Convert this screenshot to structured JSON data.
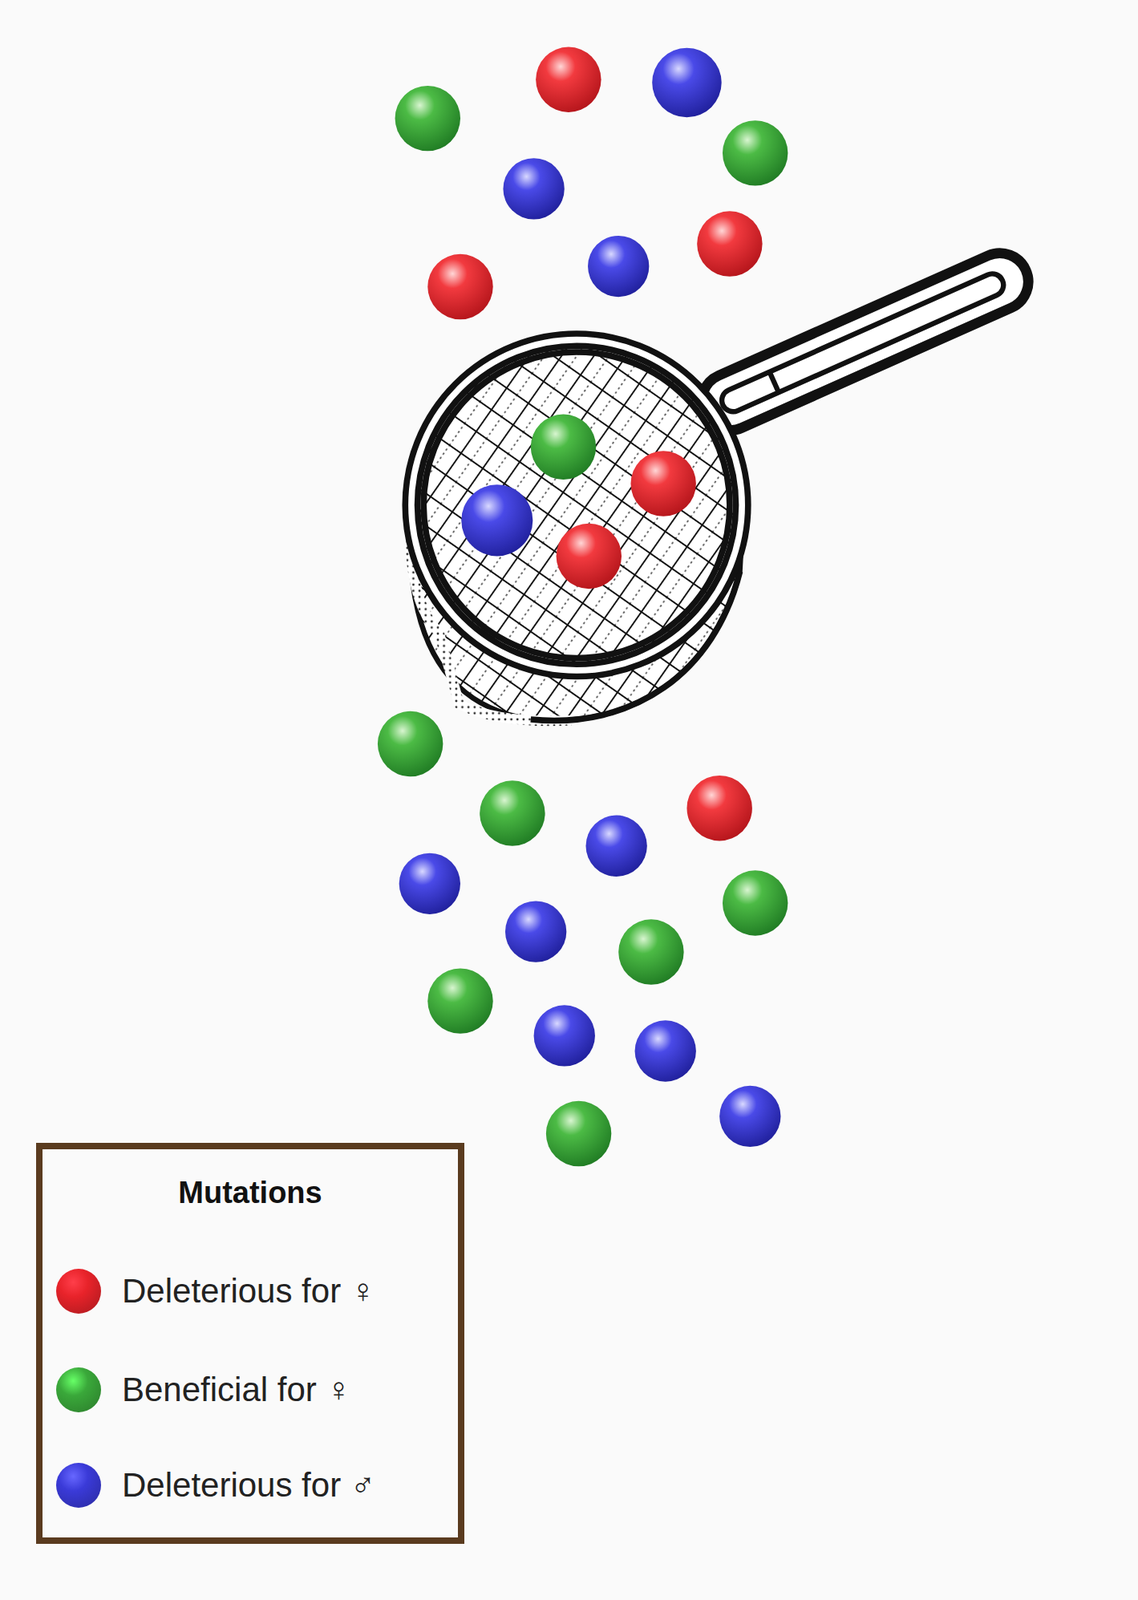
{
  "diagram": {
    "labels": [
      "Mutations"
    ],
    "legend": [
      {
        "text": "Deleterious for ♀",
        "color": "#e8232a"
      },
      {
        "text": "Beneficial for ♀",
        "color": "#3aa83a"
      },
      {
        "text": "Deleterious for ♂",
        "color": "#3a3ad8"
      }
    ]
  }
}
